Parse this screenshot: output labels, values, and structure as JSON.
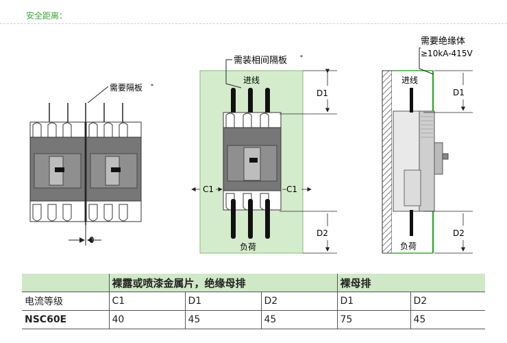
{
  "section_title": "安全距离：",
  "fig_left": {
    "label_barrier": "需要隔板",
    "barrier_mark": "*",
    "dim_value": "0"
  },
  "fig_mid": {
    "label_barrier": "需装相间隔板",
    "barrier_mark": "*",
    "label_in": "进线",
    "label_load": "负荷",
    "dim_d1": "D1",
    "dim_d2": "D2",
    "dim_c1_left": "C1",
    "dim_c1_right": "C1"
  },
  "fig_right": {
    "label_insulator": "需要绝缘体",
    "label_rating": "≥10kA-415V",
    "label_in": "进线",
    "label_load": "负荷",
    "dim_d1": "D1",
    "dim_d2": "D2"
  },
  "table": {
    "header_group1": "裸露或喷漆金属片，绝缘母排",
    "header_group2": "裸母排",
    "row1": {
      "label": "电流等级",
      "cells": [
        "C1",
        "D1",
        "D2",
        "D1",
        "D2"
      ]
    },
    "row2": {
      "label": "NSC60E",
      "cells": [
        "40",
        "45",
        "45",
        "75",
        "45"
      ]
    }
  },
  "colors": {
    "accent_green": "#3aaa35",
    "panel_green": "#d5eccc",
    "table_header": "#cfe8c6"
  }
}
